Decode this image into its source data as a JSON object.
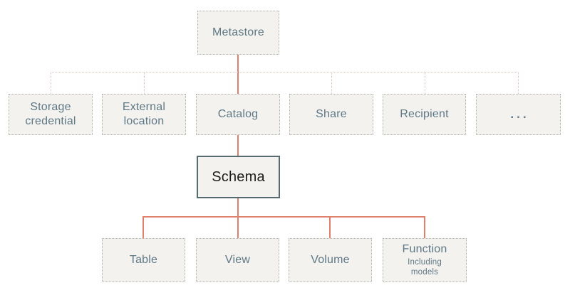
{
  "colors": {
    "accent": "#e0806c",
    "dotted_line": "#ddc5bb",
    "box_fill": "#f4f2ee",
    "box_border": "#aeaea6",
    "label_text": "#5e7886",
    "schema_border": "#566a70",
    "schema_text": "#1d1d1b",
    "background": "#ffffff"
  },
  "nodes": {
    "metastore": {
      "label": "Metastore"
    },
    "level2": [
      {
        "id": "storage-credential",
        "label": "Storage credential"
      },
      {
        "id": "external-location",
        "label": "External location"
      },
      {
        "id": "catalog",
        "label": "Catalog"
      },
      {
        "id": "share",
        "label": "Share"
      },
      {
        "id": "recipient",
        "label": "Recipient"
      },
      {
        "id": "ellipsis",
        "label": "..."
      }
    ],
    "schema": {
      "label": "Schema"
    },
    "level4": [
      {
        "id": "table",
        "label": "Table"
      },
      {
        "id": "view",
        "label": "View"
      },
      {
        "id": "volume",
        "label": "Volume"
      },
      {
        "id": "function",
        "label": "Function",
        "sublabel": "Including models"
      }
    ]
  }
}
